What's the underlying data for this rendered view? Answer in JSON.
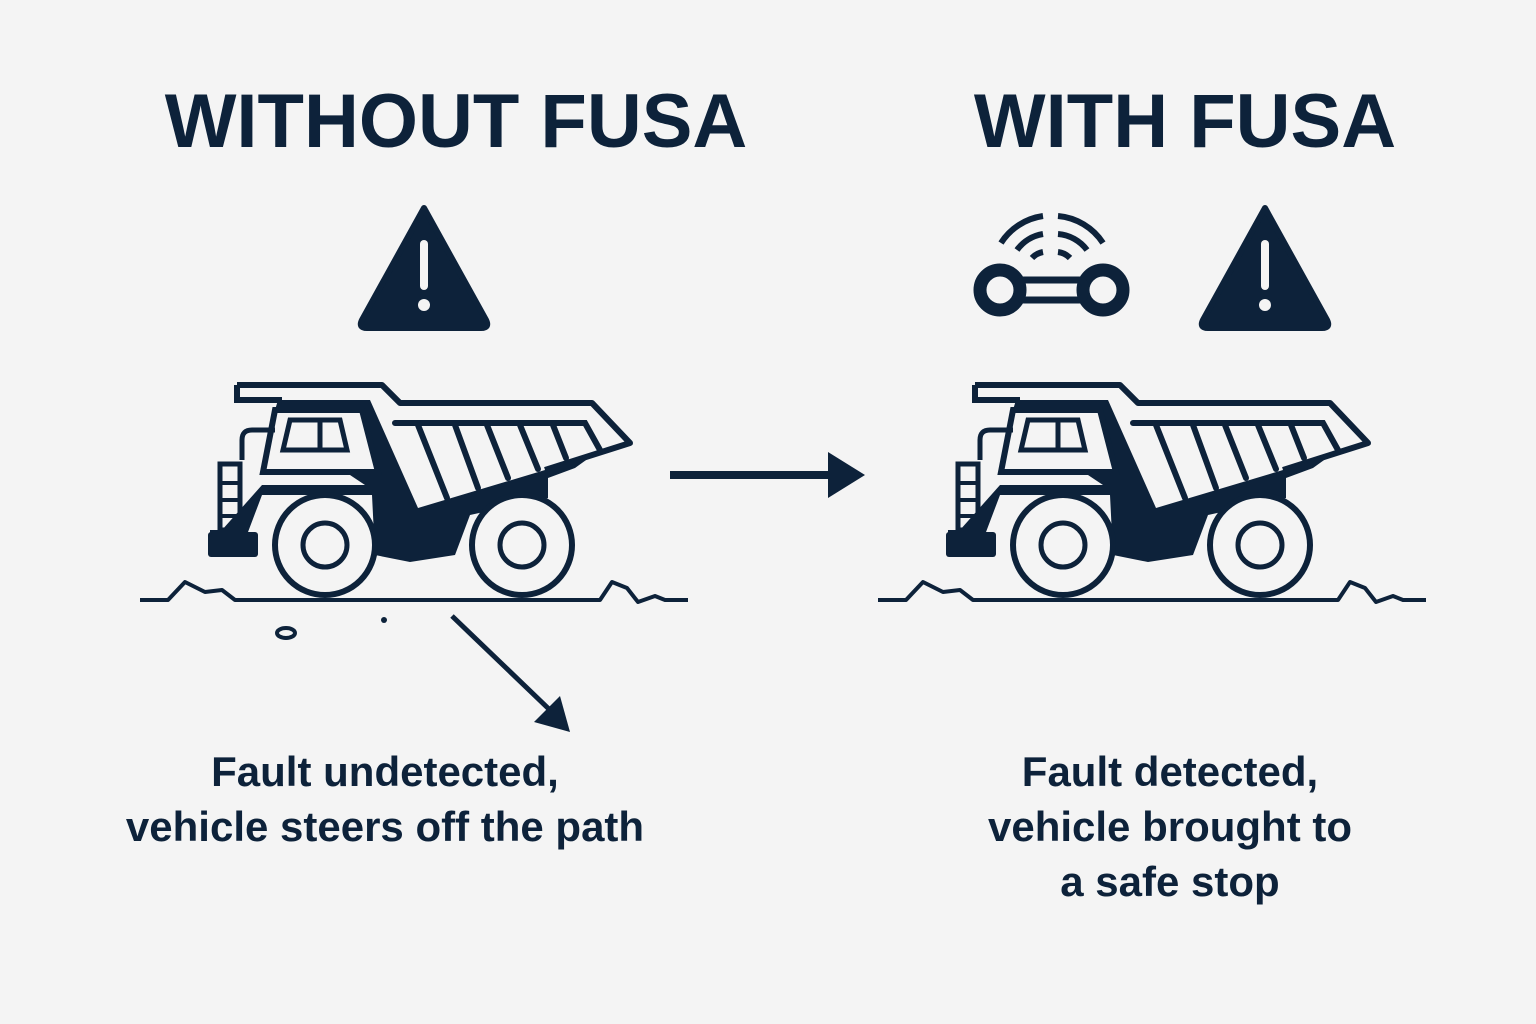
{
  "left": {
    "title": "WITHOUT FUSA",
    "caption_line1": "Fault undetected,",
    "caption_line2": "vehicle steers off the path",
    "icons": [
      "warning-icon",
      "dump-truck-icon",
      "diagonal-arrow-icon"
    ]
  },
  "right": {
    "title": "WITH FUSA",
    "caption_line1": "Fault detected,",
    "caption_line2": "vehicle brought to",
    "caption_line3": "a safe stop",
    "icons": [
      "sensor-icon",
      "warning-icon",
      "dump-truck-icon"
    ]
  },
  "colors": {
    "ink": "#0d223a",
    "background": "#f4f4f4"
  }
}
